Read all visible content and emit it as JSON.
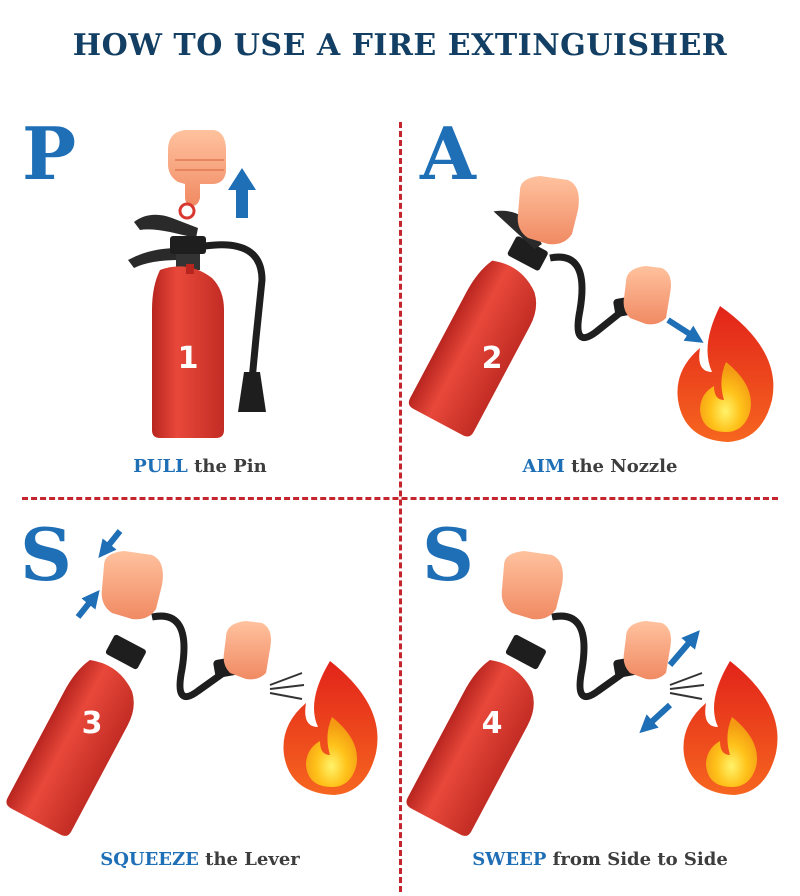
{
  "title": "HOW TO USE A FIRE EXTINGUISHER",
  "colors": {
    "title": "#123f63",
    "accent_blue": "#1f6fb7",
    "extinguisher_red": "#d8382f",
    "divider_red": "#c4262e",
    "caption_gray": "#3d3d3d"
  },
  "steps": [
    {
      "letter": "P",
      "number": "1",
      "keyword": "PULL",
      "rest": " the Pin",
      "icons": [
        "hand-icon",
        "pin-icon",
        "up-arrow-icon",
        "extinguisher-icon"
      ]
    },
    {
      "letter": "A",
      "number": "2",
      "keyword": "AIM",
      "rest": " the Nozzle",
      "icons": [
        "hand-icon",
        "arrow-icon",
        "flame-icon",
        "extinguisher-icon"
      ]
    },
    {
      "letter": "S",
      "number": "3",
      "keyword": "SQUEEZE",
      "rest": " the Lever",
      "icons": [
        "hand-icon",
        "press-arrows-icon",
        "spray-icon",
        "flame-icon",
        "extinguisher-icon"
      ]
    },
    {
      "letter": "S",
      "number": "4",
      "keyword": "SWEEP",
      "rest": " from Side to Side",
      "icons": [
        "hand-icon",
        "sweep-arrow-icon",
        "spray-icon",
        "flame-icon",
        "extinguisher-icon"
      ]
    }
  ]
}
